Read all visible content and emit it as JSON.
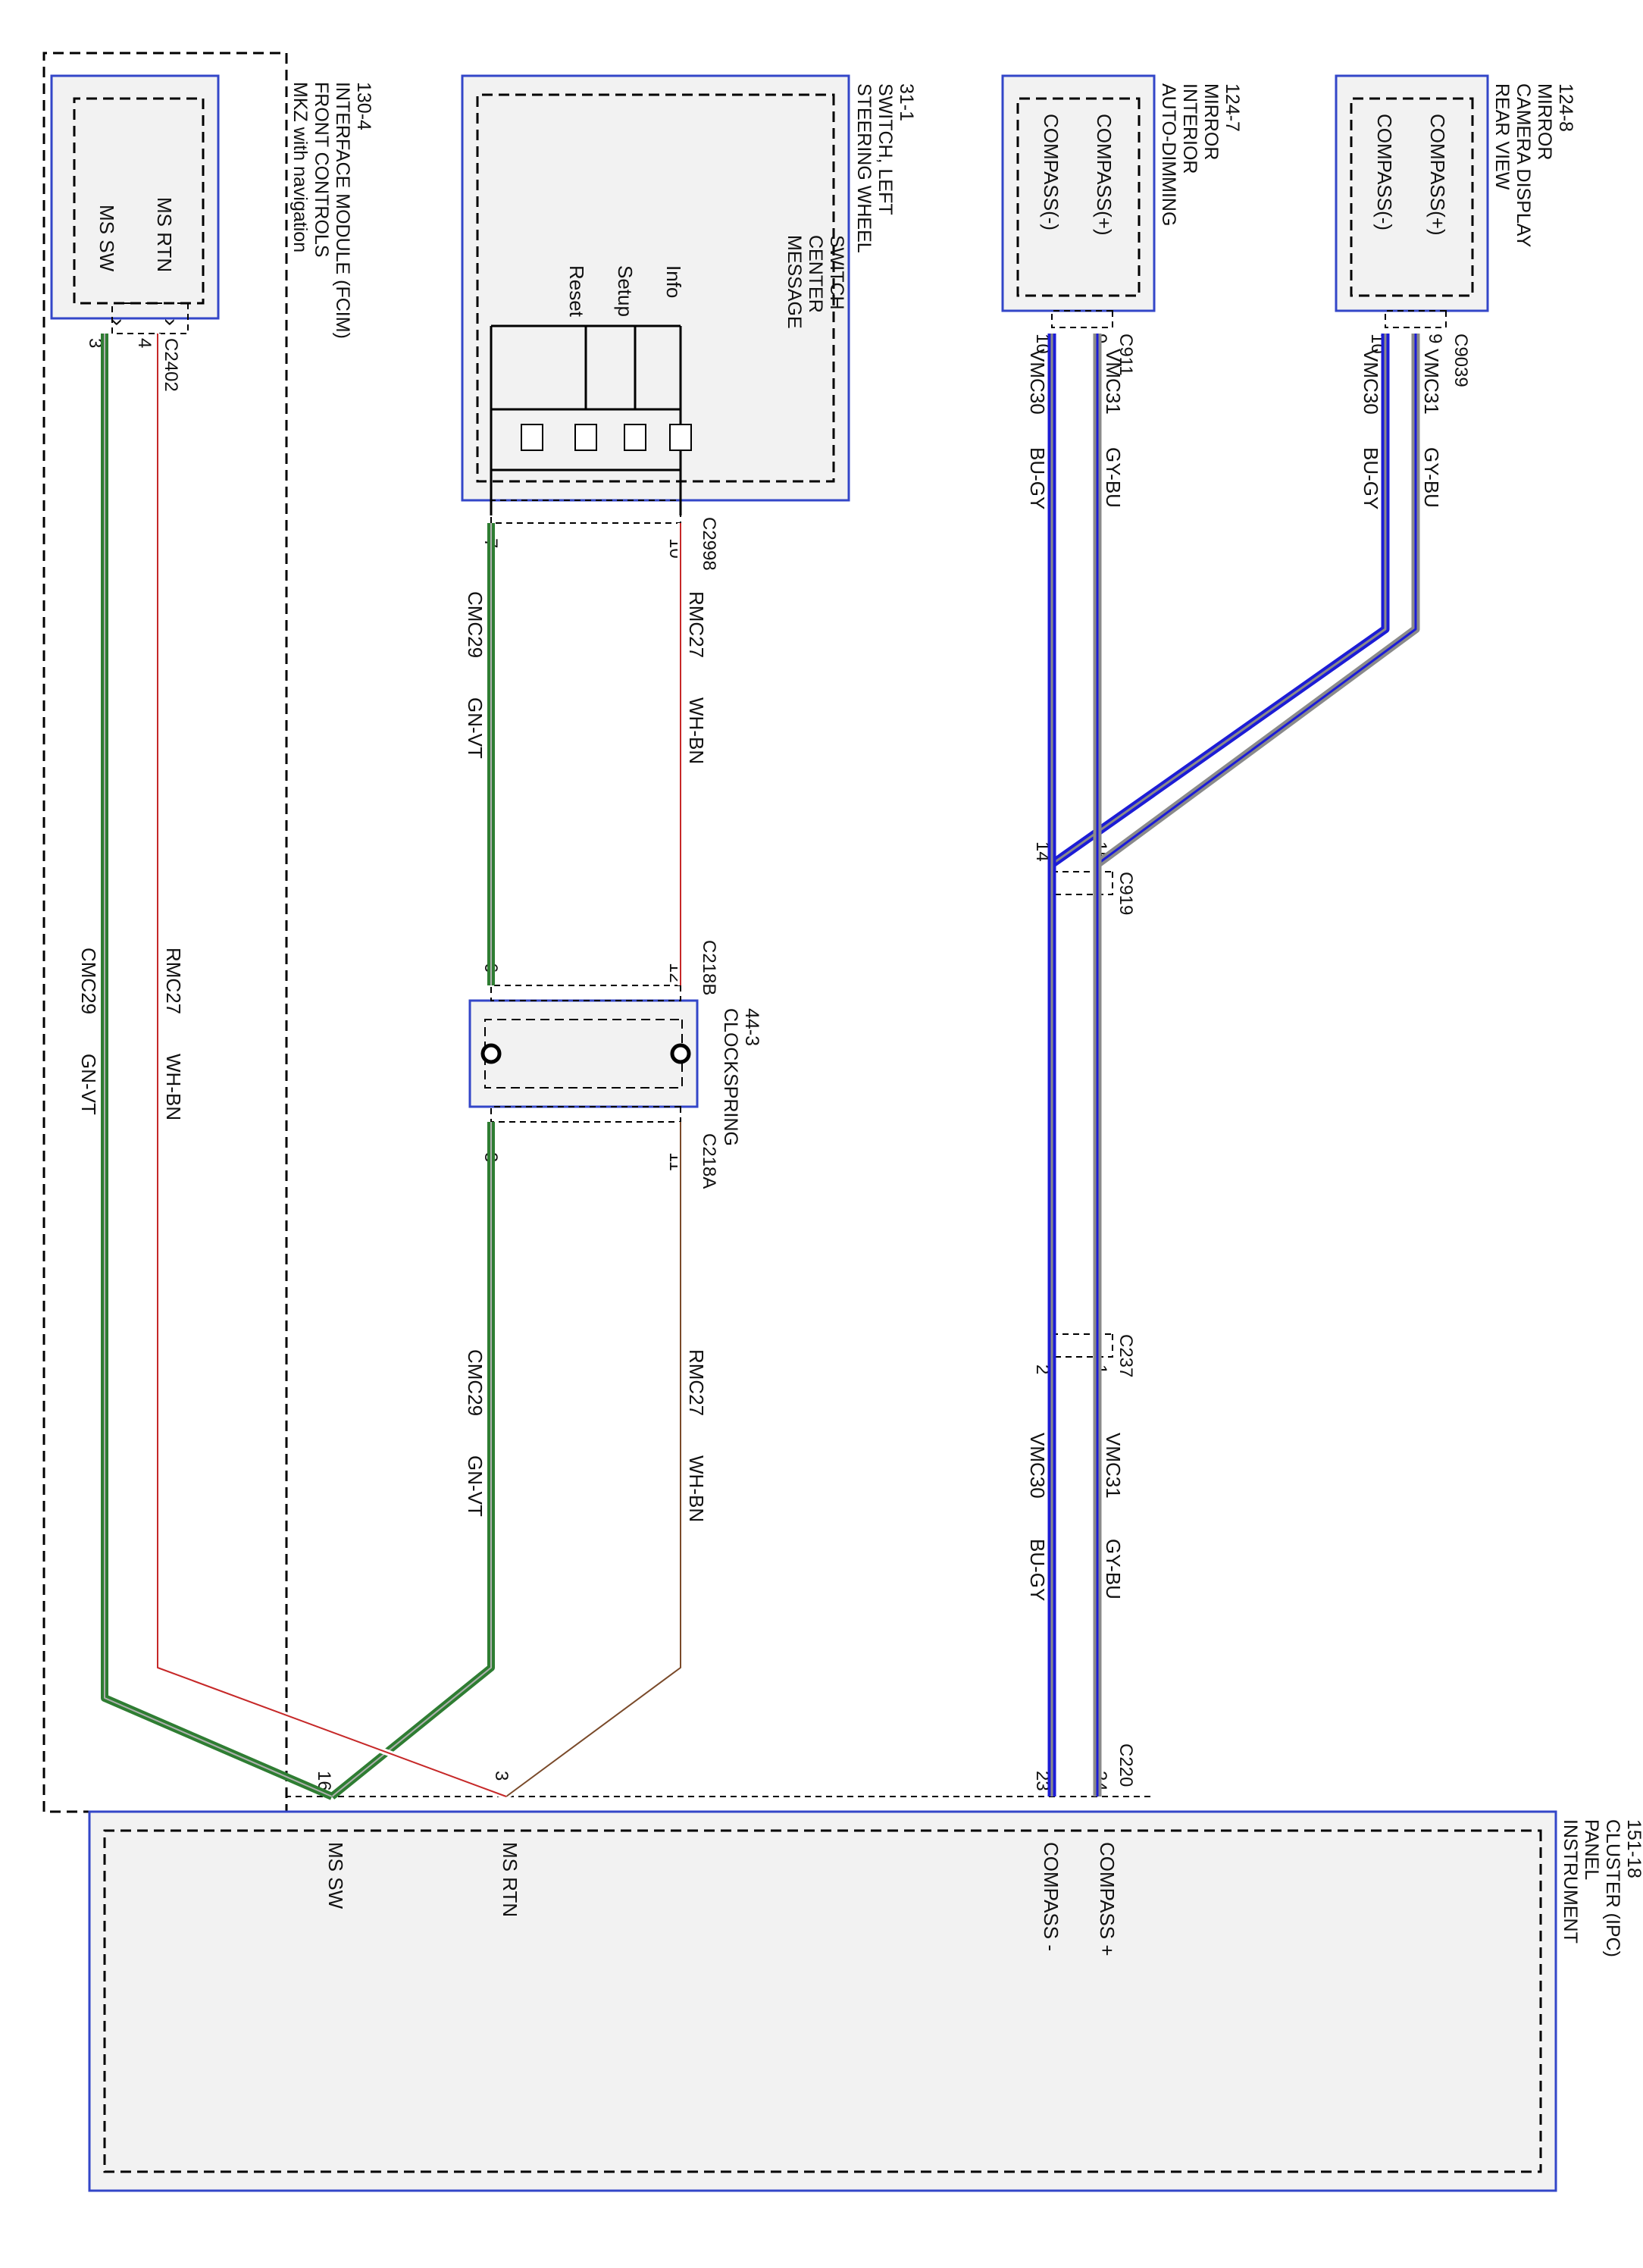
{
  "components": {
    "fcim": {
      "title_lines": [
        "MKZ with navigation",
        "FRONT CONTROLS",
        "INTERFACE MODULE (FCIM)",
        "130-4"
      ],
      "pin_names": [
        "MS RTN",
        "MS SW"
      ],
      "connector": "C2402",
      "pins": [
        "4",
        "3"
      ]
    },
    "steering_switch": {
      "title_lines": [
        "STEERING WHEEL",
        "SWITCH, LEFT",
        "31-1"
      ],
      "inner_lines": [
        "MESSAGE",
        "CENTER",
        "SWITCH"
      ],
      "switch_labels": [
        "Info",
        "Setup",
        "Reset"
      ],
      "connector": "C2998",
      "pins": [
        "10",
        "7"
      ]
    },
    "mirror": {
      "title_lines": [
        "AUTO-DIMMING",
        "INTERIOR",
        "MIRROR",
        "124-7"
      ],
      "pin_names": [
        "COMPASS(+)",
        "COMPASS(-)"
      ],
      "connector": "C911",
      "pins": [
        "9",
        "10"
      ]
    },
    "camera": {
      "title_lines": [
        "REAR VIEW",
        "CAMERA DISPLAY",
        "MIRROR",
        "124-8"
      ],
      "pin_names": [
        "COMPASS(+)",
        "COMPASS(-)"
      ],
      "connector": "C9039",
      "pins": [
        "9",
        "10"
      ]
    },
    "clockspring": {
      "title_lines": [
        "CLOCKSPRING",
        "44-3"
      ],
      "connector_top": "C218B",
      "pins_top": [
        "12",
        "6"
      ],
      "connector_bottom": "C218A",
      "pins_bottom": [
        "11",
        "3"
      ]
    },
    "ipc": {
      "title_lines": [
        "INSTRUMENT",
        "PANEL",
        "CLUSTER (IPC)",
        "151-18"
      ],
      "pin_names": [
        "COMPASS +",
        "COMPASS -",
        "MS RTN",
        "MS SW"
      ],
      "connector": "C220",
      "pins": [
        "24",
        "23",
        "3",
        "16"
      ]
    }
  },
  "connectors": {
    "c919": {
      "name": "C919",
      "pins": [
        "15",
        "14"
      ]
    },
    "c237": {
      "name": "C237",
      "pins": [
        "1",
        "2"
      ]
    }
  },
  "wires": {
    "rmc27": {
      "circuit": "RMC27",
      "color": "WH-BN"
    },
    "cmc29": {
      "circuit": "CMC29",
      "color": "GN-VT"
    },
    "vmc31": {
      "circuit": "VMC31",
      "color": "GY-BU"
    },
    "vmc30": {
      "circuit": "VMC30",
      "color": "BU-GY"
    }
  },
  "wire_colors": {
    "green": "#2e7d32",
    "red": "#c62828",
    "blue": "#1c1cd6",
    "gray": "#8a8a8a",
    "brown": "#7a4a2a",
    "box_border": "#3346c8",
    "box_fill": "#f2f2f2"
  }
}
